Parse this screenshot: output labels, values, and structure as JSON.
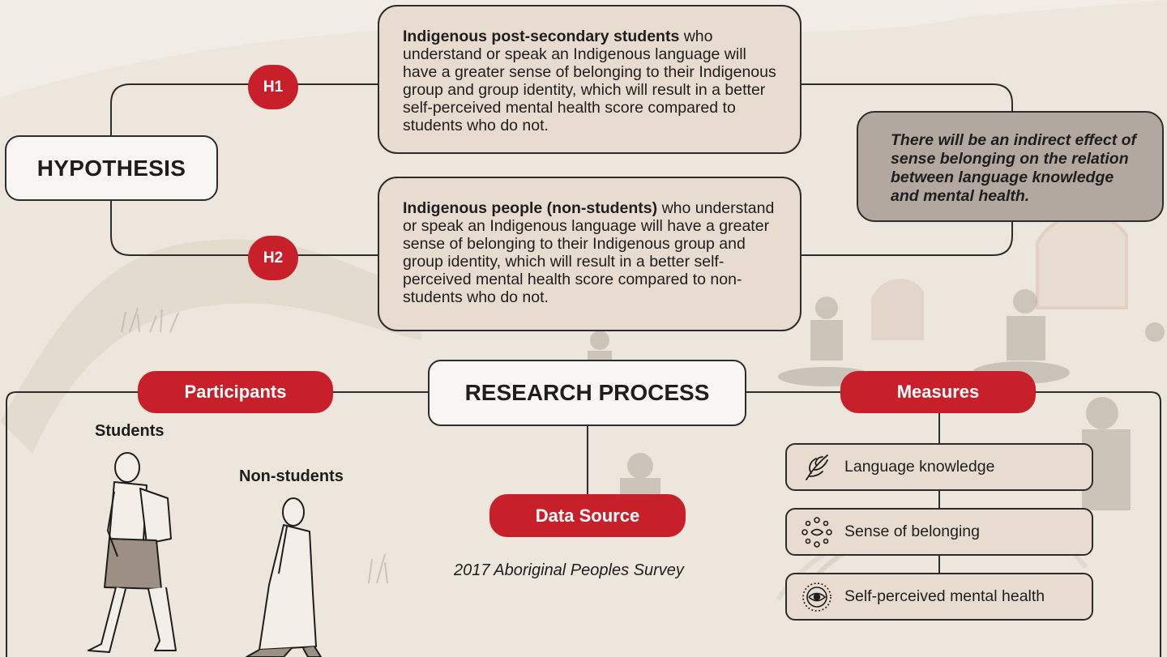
{
  "hypothesis": {
    "title": "HYPOTHESIS",
    "h1": {
      "badge": "H1",
      "lead": "Indigenous post-secondary students",
      "text": " who understand or speak an Indigenous language will have a greater sense of belonging to their Indigenous group and group identity, which will result in a better self-perceived mental health score compared to students who do not."
    },
    "h2": {
      "badge": "H2",
      "lead": "Indigenous people (non-students)",
      "text": " who understand or speak an Indigenous language will have a greater sense of belonging to their Indigenous group and group identity, which will result in a better self-perceived mental health score compared to non-students who do not."
    },
    "indirect_effect": "There will be an indirect effect of sense belonging on the relation between language knowledge and mental health."
  },
  "research_process": {
    "title": "RESEARCH PROCESS",
    "participants": {
      "label": "Participants",
      "groups": [
        "Students",
        "Non-students"
      ]
    },
    "data_source": {
      "label": "Data Source",
      "value": "2017 Aboriginal Peoples Survey"
    },
    "measures": {
      "label": "Measures",
      "items": [
        {
          "label": "Language knowledge",
          "icon": "feather-icon"
        },
        {
          "label": "Sense of belonging",
          "icon": "circle-of-dots-icon"
        },
        {
          "label": "Self-perceived mental health",
          "icon": "eye-icon"
        }
      ]
    }
  },
  "colors": {
    "accent": "#c8202b",
    "box_fill": "#e8dcd0",
    "effect_fill": "#b3a8a0",
    "background": "#f1ece5",
    "outline": "#2d2d2d"
  }
}
